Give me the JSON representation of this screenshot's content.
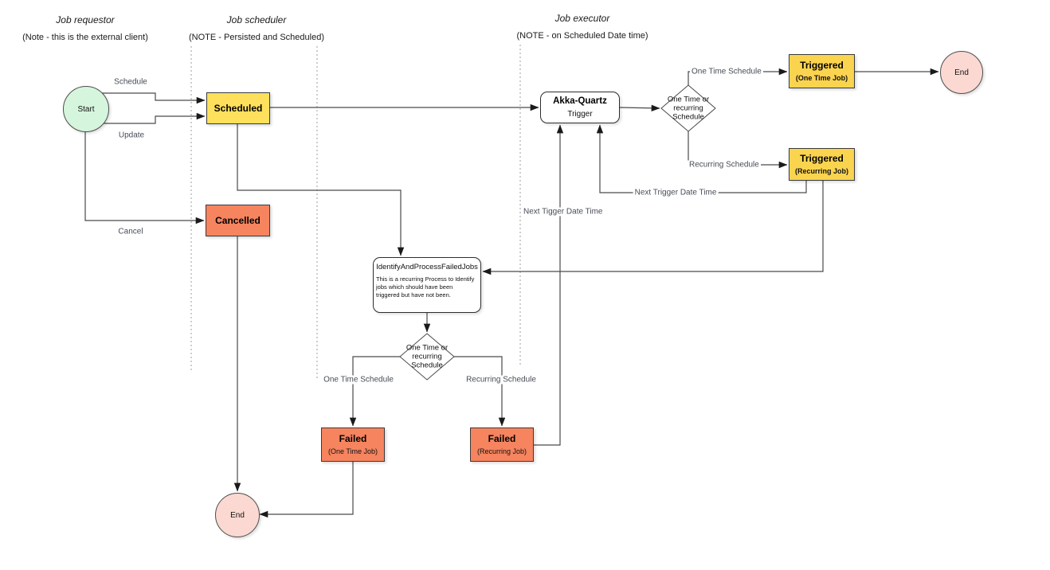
{
  "colors": {
    "yellow": "#ffe05c",
    "gold": "#fbd44f",
    "salmon": "#f5845f",
    "mint": "#d5f5dd",
    "pink": "#fbd9d2",
    "edge": "#4a4a4a",
    "label_text": "#474d57"
  },
  "lanes": [
    {
      "title": "Job requestor",
      "note": "(Note - this is the external client)"
    },
    {
      "title": "Job scheduler",
      "note": "(NOTE - Persisted and Scheduled)"
    },
    {
      "title": "Job executor",
      "note": "(NOTE - on Scheduled Date time)"
    }
  ],
  "nodes": {
    "start": {
      "label": "Start"
    },
    "scheduled": {
      "label": "Scheduled"
    },
    "cancelled": {
      "label": "Cancelled"
    },
    "akka_quartz": {
      "title": "Akka-Quartz",
      "subtitle": "Trigger"
    },
    "decision_executor": {
      "label": "One Time or\nrecurring\nSchedule"
    },
    "triggered_one_time": {
      "title": "Triggered",
      "subtitle": "(One Time Job)"
    },
    "triggered_recurring": {
      "title": "Triggered",
      "subtitle": "(Recurring Job)"
    },
    "end_executor": {
      "label": "End"
    },
    "identify_failed_jobs": {
      "title": "IdentifyAndProcessFailedJobs",
      "body": "This is a recurring Process to Identify\njobs which should have been\ntriggered but have not been."
    },
    "decision_scheduler": {
      "label": "One Time or\nrecurring\nSchedule"
    },
    "failed_one_time": {
      "title": "Failed",
      "subtitle": "(One Time Job)"
    },
    "failed_recurring": {
      "title": "Failed",
      "subtitle": "(Recurring Job)"
    },
    "end_scheduler": {
      "label": "End"
    }
  },
  "edge_labels": {
    "schedule": "Schedule",
    "update": "Update",
    "cancel": "Cancel",
    "one_time_schedule_top": "One Time Schedule",
    "recurring_schedule_top": "Recurring Schedule",
    "next_trigger_date_time": "Next Trigger Date Time",
    "next_tigger_date_time": "Next Tigger Date Time",
    "one_time_schedule_bottom": "One Time Schedule",
    "recurring_schedule_bottom": "Recurring Schedule"
  }
}
